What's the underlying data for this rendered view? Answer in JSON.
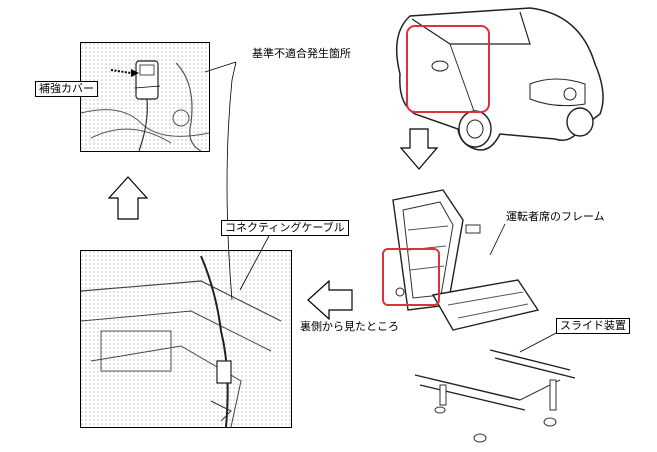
{
  "labels": {
    "reinforcement_cover": "補強カバー",
    "nonconformity_location": "基準不適合発生箇所",
    "connecting_cable": "コネクティングケーブル",
    "driver_seat_frame": "運転者席のフレーム",
    "slide_device": "スライド装置",
    "viewed_from_back": "裏側から見たところ"
  },
  "colors": {
    "highlight": "#d9343a",
    "line": "#000000",
    "sketch": "#555555",
    "hatch": "#9a9a9a"
  }
}
